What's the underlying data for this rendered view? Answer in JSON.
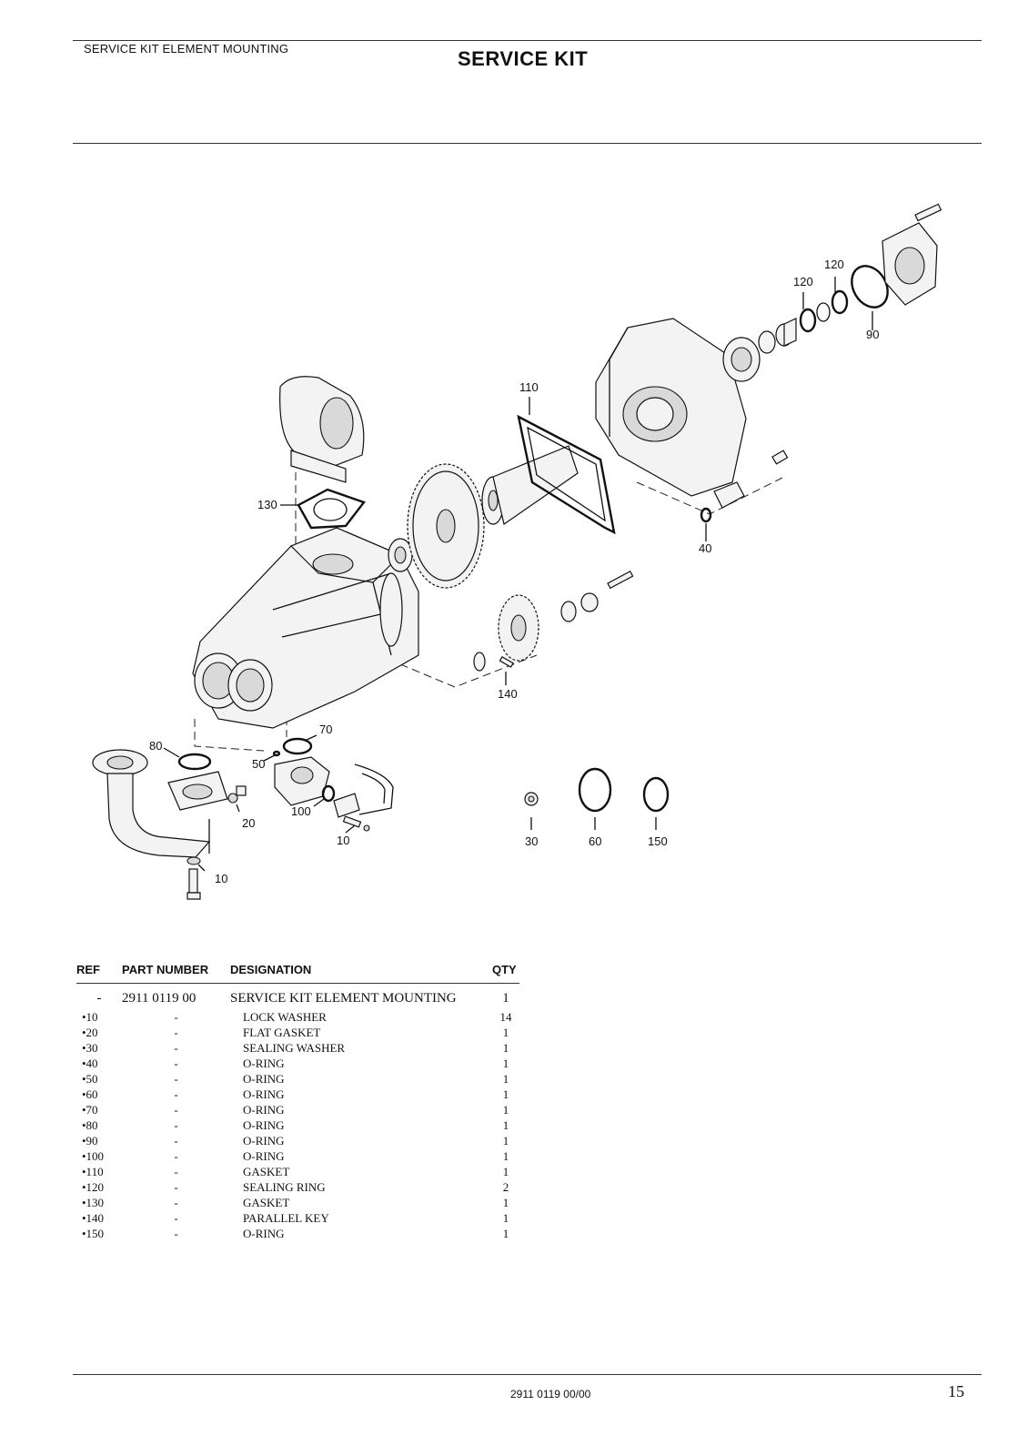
{
  "header": {
    "section": "SERVICE KIT ELEMENT MOUNTING",
    "title": "SERVICE KIT"
  },
  "diagram": {
    "callouts": [
      "120",
      "120",
      "90",
      "110",
      "130",
      "40",
      "140",
      "80",
      "70",
      "50",
      "100",
      "20",
      "10",
      "10",
      "30",
      "60",
      "150"
    ]
  },
  "table": {
    "headers": {
      "ref": "REF",
      "part_number": "PART NUMBER",
      "designation": "DESIGNATION",
      "qty": "QTY"
    },
    "main_row": {
      "ref": "-",
      "part_number": "2911 0119 00",
      "designation": "SERVICE KIT ELEMENT MOUNTING",
      "qty": "1"
    },
    "rows": [
      {
        "ref": "•10",
        "part_number": "-",
        "designation": "LOCK WASHER",
        "qty": "14"
      },
      {
        "ref": "•20",
        "part_number": "-",
        "designation": "FLAT GASKET",
        "qty": "1"
      },
      {
        "ref": "•30",
        "part_number": "-",
        "designation": "SEALING WASHER",
        "qty": "1"
      },
      {
        "ref": "•40",
        "part_number": "-",
        "designation": "O-RING",
        "qty": "1"
      },
      {
        "ref": "•50",
        "part_number": "-",
        "designation": "O-RING",
        "qty": "1"
      },
      {
        "ref": "•60",
        "part_number": "-",
        "designation": "O-RING",
        "qty": "1"
      },
      {
        "ref": "•70",
        "part_number": "-",
        "designation": "O-RING",
        "qty": "1"
      },
      {
        "ref": "•80",
        "part_number": "-",
        "designation": "O-RING",
        "qty": "1"
      },
      {
        "ref": "•90",
        "part_number": "-",
        "designation": "O-RING",
        "qty": "1"
      },
      {
        "ref": "•100",
        "part_number": "-",
        "designation": "O-RING",
        "qty": "1"
      },
      {
        "ref": "•110",
        "part_number": "-",
        "designation": "GASKET",
        "qty": "1"
      },
      {
        "ref": "•120",
        "part_number": "-",
        "designation": "SEALING RING",
        "qty": "2"
      },
      {
        "ref": "•130",
        "part_number": "-",
        "designation": "GASKET",
        "qty": "1"
      },
      {
        "ref": "•140",
        "part_number": "-",
        "designation": "PARALLEL KEY",
        "qty": "1"
      },
      {
        "ref": "•150",
        "part_number": "-",
        "designation": "O-RING",
        "qty": "1"
      }
    ]
  },
  "footer": {
    "doc_number": "2911 0119 00/00",
    "page_number": "15"
  }
}
